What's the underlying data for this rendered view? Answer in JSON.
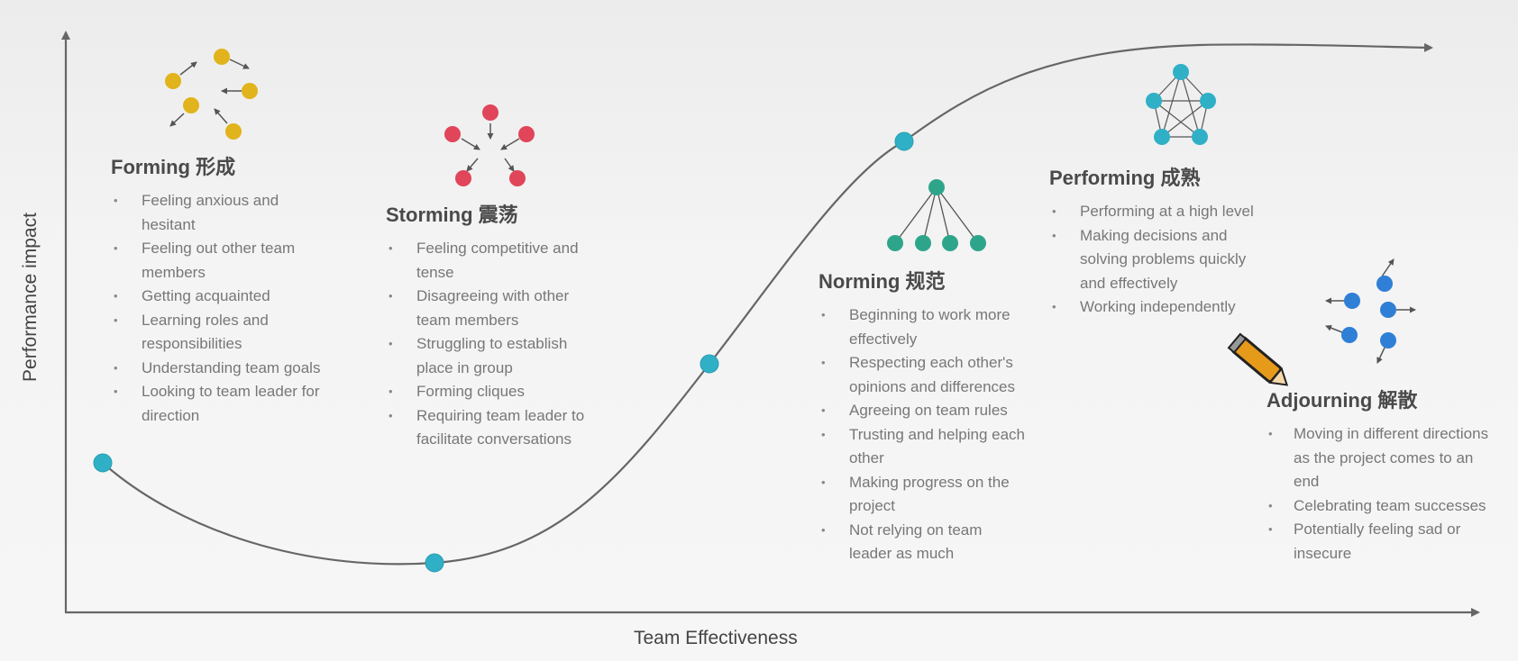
{
  "axes": {
    "y_label": "Performance impact",
    "x_label": "Team Effectiveness"
  },
  "colors": {
    "curve_node": "#2fb0c6",
    "forming_icon": "#e1b31c",
    "storming_icon": "#e0455a",
    "norming_icon": "#2ea58a",
    "performing_icon": "#2fb0c6",
    "adjourning_icon": "#2f7fd6",
    "axis": "#666666"
  },
  "stages": {
    "forming": {
      "title": "Forming 形成",
      "items": [
        "Feeling anxious and hesitant",
        "Feeling out other team members",
        "Getting acquainted",
        "Learning roles and responsibilities",
        "Understanding team goals",
        "Looking to team leader for direction"
      ]
    },
    "storming": {
      "title": "Storming 震荡",
      "items": [
        "Feeling competitive and tense",
        "Disagreeing with other team members",
        "Struggling to establish place in group",
        "Forming cliques",
        "Requiring team leader to facilitate conversations"
      ]
    },
    "norming": {
      "title": "Norming 规范",
      "items": [
        "Beginning to work more effectively",
        "Respecting each other's opinions and differences",
        "Agreeing on team rules",
        "Trusting and helping each other",
        "Making progress on the project",
        "Not relying on team leader as much"
      ]
    },
    "performing": {
      "title": "Performing 成熟",
      "items": [
        "Performing at a high level",
        "Making decisions and solving problems quickly and effectively",
        "Working independently"
      ]
    },
    "adjourning": {
      "title": "Adjourning 解散",
      "items": [
        "Moving in different directions as the project comes to an end",
        "Celebrating team successes",
        "Potentially feeling sad or insecure"
      ]
    }
  }
}
